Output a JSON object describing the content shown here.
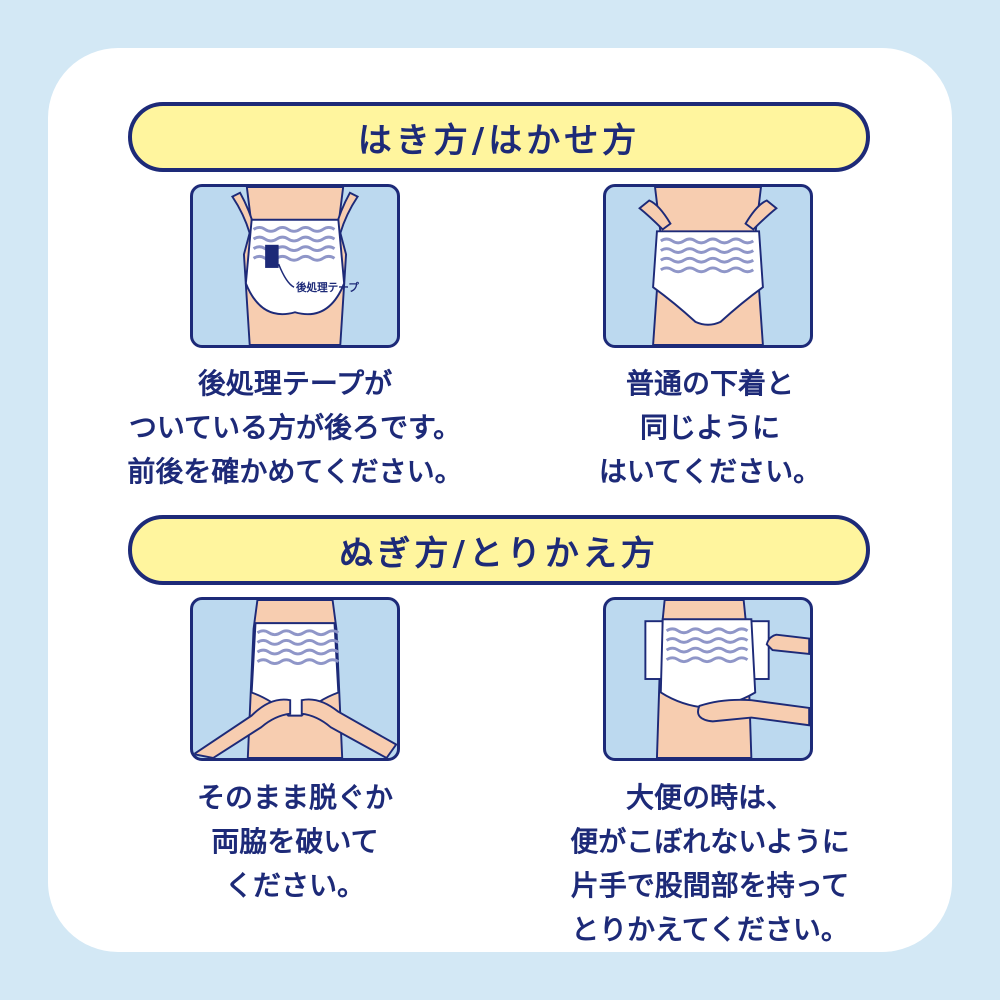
{
  "sections": {
    "wearing_title": "はき方/はかせ方",
    "removing_title": "ぬぎ方/とりかえ方"
  },
  "panels": {
    "tape_label": "後処理テープ"
  },
  "captions": {
    "c1": [
      "後処理テープが",
      "ついている方が後ろです。",
      "前後を確かめてください。"
    ],
    "c2": [
      "普通の下着と",
      "同じように",
      "はいてください。"
    ],
    "c3": [
      "そのまま脱ぐか",
      "両脇を破いて",
      "ください。"
    ],
    "c4": [
      "大便の時は、",
      "便がこぼれないように",
      "片手で股間部を持って",
      "とりかえてください。"
    ]
  },
  "colors": {
    "background": "#d3e8f5",
    "card": "#ffffff",
    "banner_fill": "#fff59e",
    "navy": "#1d2a78",
    "panel_bg": "#bcd9ef",
    "skin": "#f7cdb0"
  }
}
